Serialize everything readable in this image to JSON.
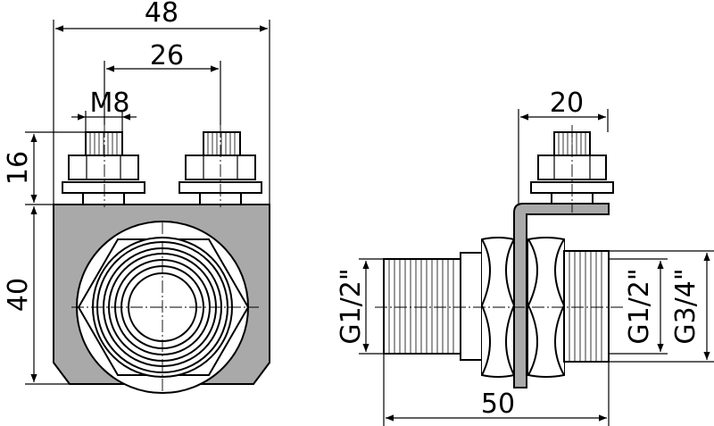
{
  "dimensions": {
    "front_width": "48",
    "front_bolt_spacing": "26",
    "front_bolt_thread": "M8",
    "front_bolt_height": "16",
    "front_body_height": "40",
    "side_bolt_offset": "20",
    "side_length": "50",
    "side_left_thread": "G1/2\"",
    "side_right_inner_thread": "G1/2\"",
    "side_right_outer_thread": "G3/4\""
  }
}
